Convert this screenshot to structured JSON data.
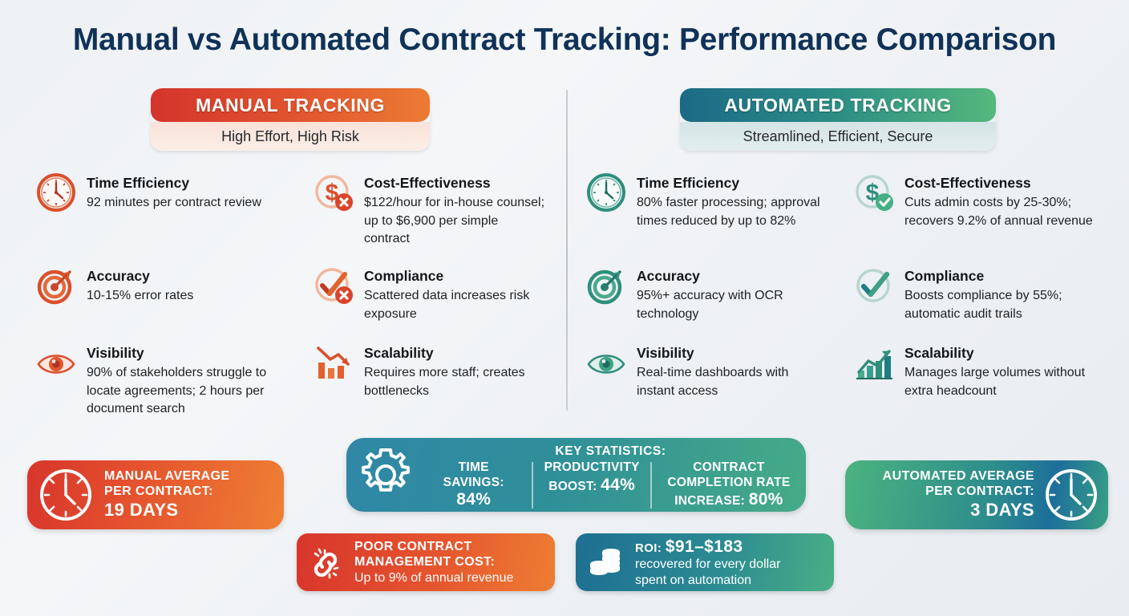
{
  "title": "Manual vs Automated Contract Tracking: Performance Comparison",
  "colors": {
    "title": "#103258",
    "manual_accent": "#e2562f",
    "automated_accent": "#2c8e84",
    "background": "#eef1f4"
  },
  "manual": {
    "banner_title": "MANUAL TRACKING",
    "banner_subtitle": "High Effort, High Risk",
    "features": [
      {
        "icon": "clock-icon",
        "title": "Time Efficiency",
        "text": "92 minutes per contract review"
      },
      {
        "icon": "target-icon",
        "title": "Accuracy",
        "text": "10-15% error rates"
      },
      {
        "icon": "eye-icon",
        "title": "Visibility",
        "text": "90% of stakeholders struggle to locate agreements; 2 hours per document search"
      },
      {
        "icon": "dollar-x-icon",
        "title": "Cost-Effectiveness",
        "text": "$122/hour for in-house counsel; up to $6,900 per simple contract"
      },
      {
        "icon": "check-x-icon",
        "title": "Compliance",
        "text": "Scattered data increases risk exposure"
      },
      {
        "icon": "chart-down-icon",
        "title": "Scalability",
        "text": "Requires more staff; creates bottlenecks"
      }
    ],
    "summary": {
      "icon": "clock-icon",
      "line1": "MANUAL AVERAGE",
      "line2": "PER CONTRACT:",
      "value": "19 DAYS"
    }
  },
  "automated": {
    "banner_title": "AUTOMATED TRACKING",
    "banner_subtitle": "Streamlined, Efficient, Secure",
    "features": [
      {
        "icon": "clock-icon",
        "title": "Time Efficiency",
        "text": "80% faster processing; approval times reduced by up to 82%"
      },
      {
        "icon": "target-icon",
        "title": "Accuracy",
        "text": "95%+ accuracy with OCR technology"
      },
      {
        "icon": "eye-icon",
        "title": "Visibility",
        "text": "Real-time dashboards with instant access"
      },
      {
        "icon": "dollar-check-icon",
        "title": "Cost-Effectiveness",
        "text": "Cuts admin costs by 25-30%; recovers 9.2% of annual revenue"
      },
      {
        "icon": "check-circle-icon",
        "title": "Compliance",
        "text": "Boosts compliance by 55%; automatic audit trails"
      },
      {
        "icon": "chart-up-icon",
        "title": "Scalability",
        "text": "Manages large volumes without extra headcount"
      }
    ],
    "summary": {
      "icon": "clock-icon",
      "line1": "AUTOMATED AVERAGE",
      "line2": "PER CONTRACT:",
      "value": "3 DAYS"
    }
  },
  "key_statistics": {
    "icon": "gear-icon",
    "heading": "KEY STATISTICS:",
    "items": [
      {
        "label_line1": "TIME",
        "label_line2": "SAVINGS:",
        "value": "84%"
      },
      {
        "label_line1": "PRODUCTIVITY",
        "label_line2": "BOOST:",
        "value": "44%"
      },
      {
        "label_line1": "CONTRACT",
        "label_line2": "COMPLETION RATE",
        "label_line3": "INCREASE:",
        "value": "80%"
      }
    ]
  },
  "bottom_cards": [
    {
      "icon": "broken-chain-icon",
      "line1": "POOR CONTRACT",
      "line2": "MANAGEMENT COST:",
      "line3": "Up to 9% of annual revenue"
    },
    {
      "icon": "coins-icon",
      "label": "ROI:",
      "value": "$91–$183",
      "line2": "recovered for every dollar",
      "line3": "spent on automation"
    }
  ],
  "chart_data": {
    "type": "table",
    "title": "Manual vs Automated Contract Tracking: Performance Comparison",
    "categories": [
      "Time Efficiency",
      "Accuracy",
      "Visibility",
      "Cost-Effectiveness",
      "Compliance",
      "Scalability"
    ],
    "series": [
      {
        "name": "Manual Tracking",
        "values": [
          "92 minutes per contract review",
          "10-15% error rates",
          "90% of stakeholders struggle to locate agreements; 2 hours per document search",
          "$122/hour for in-house counsel; up to $6,900 per simple contract",
          "Scattered data increases risk exposure",
          "Requires more staff; creates bottlenecks"
        ]
      },
      {
        "name": "Automated Tracking",
        "values": [
          "80% faster processing; approval times reduced by up to 82%",
          "95%+ accuracy with OCR technology",
          "Real-time dashboards with instant access",
          "Cuts admin costs by 25-30%; recovers 9.2% of annual revenue",
          "Boosts compliance by 55%; automatic audit trails",
          "Manages large volumes without extra headcount"
        ]
      }
    ],
    "summary_metrics": [
      {
        "label": "Manual average per contract",
        "value": 19,
        "unit": "days"
      },
      {
        "label": "Automated average per contract",
        "value": 3,
        "unit": "days"
      },
      {
        "label": "Time savings",
        "value": 84,
        "unit": "%"
      },
      {
        "label": "Productivity boost",
        "value": 44,
        "unit": "%"
      },
      {
        "label": "Contract completion rate increase",
        "value": 80,
        "unit": "%"
      },
      {
        "label": "Poor contract management cost",
        "value": 9,
        "unit": "% of annual revenue"
      },
      {
        "label": "ROI recovered per dollar spent",
        "value": "$91–$183",
        "unit": "per dollar"
      }
    ]
  }
}
